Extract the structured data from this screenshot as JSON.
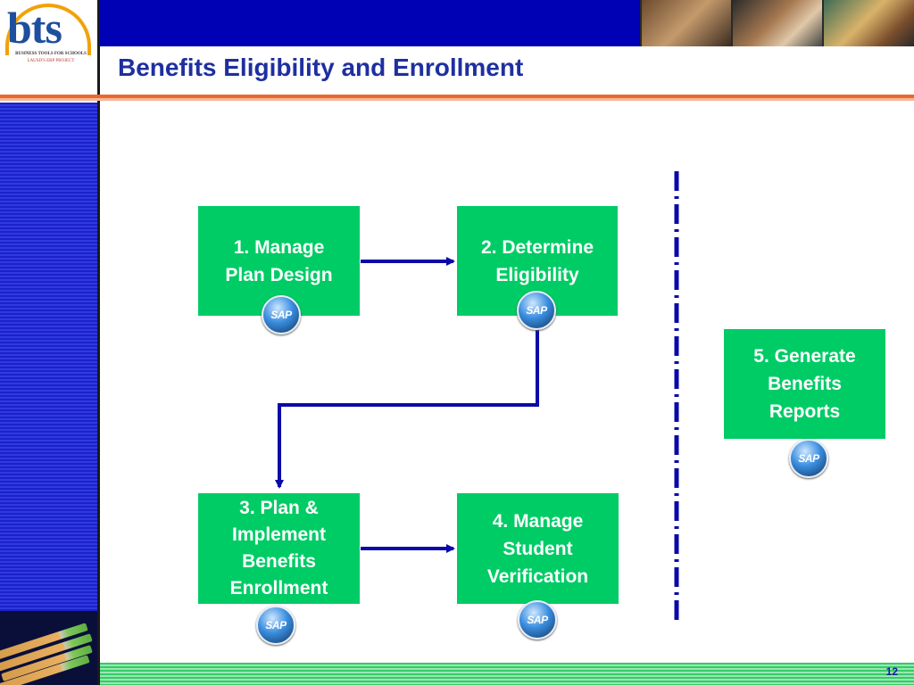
{
  "logo": {
    "text": "bts",
    "subtitle_line1": "BUSINESS TOOLS FOR SCHOOLS",
    "subtitle_line2": "LAUSD'S ERP PROJECT"
  },
  "title": "Benefits Eligibility and Enrollment",
  "colors": {
    "accent_blue": "#0000b4",
    "box_green": "#00cc66",
    "arrow_blue": "#0a0aa8",
    "rule_orange": "#e86a2b"
  },
  "process": {
    "steps": [
      {
        "id": "1",
        "lines": [
          "1. Manage",
          "Plan Design"
        ],
        "badge": "SAP"
      },
      {
        "id": "2",
        "lines": [
          "2. Determine",
          "Eligibility"
        ],
        "badge": "SAP"
      },
      {
        "id": "3",
        "lines": [
          "3. Plan &",
          "Implement",
          "Benefits",
          "Enrollment"
        ],
        "badge": "SAP"
      },
      {
        "id": "4",
        "lines": [
          "4. Manage",
          "Student",
          "Verification"
        ],
        "badge": "SAP"
      },
      {
        "id": "5",
        "lines": [
          "5. Generate",
          "Benefits",
          "Reports"
        ],
        "badge": "SAP"
      }
    ],
    "connections": [
      {
        "from": "1",
        "to": "2"
      },
      {
        "from": "2",
        "to": "3"
      },
      {
        "from": "3",
        "to": "4"
      }
    ]
  },
  "footer": {
    "page_number": "12"
  }
}
